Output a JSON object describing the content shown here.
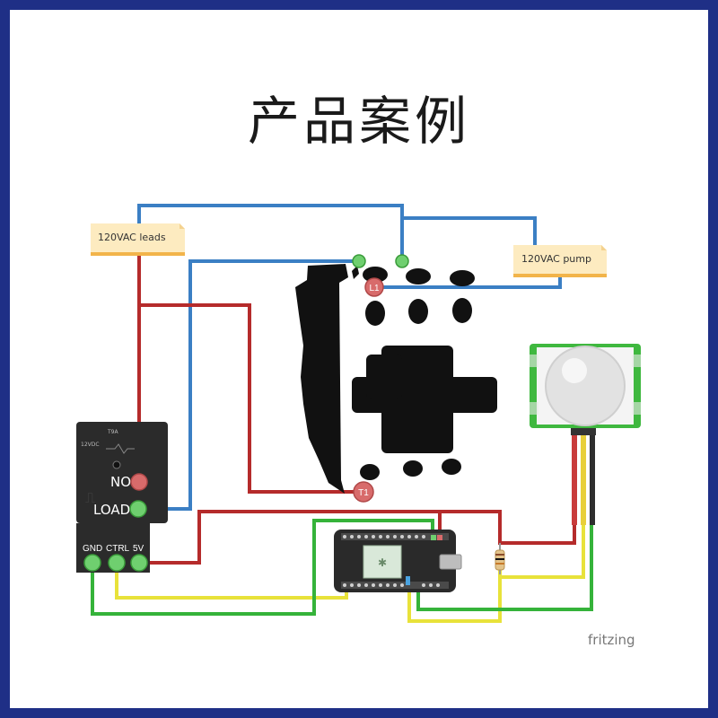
{
  "title": "产品案例",
  "notes": {
    "ac_leads": "120VAC leads",
    "ac_pump": "120VAC pump"
  },
  "relay": {
    "model": "T9A",
    "rating": "12VDC",
    "pin_no": "NO",
    "pin_load": "LOAD",
    "pin_gnd": "GND",
    "pin_ctrl": "CTRL",
    "pin_5v": "5V"
  },
  "contactor": {
    "pin_l1": "L1",
    "pin_t1": "T1"
  },
  "brand": "fritzing",
  "colors": {
    "frame": "#1f2f86",
    "wire_blue": "#3b7fc4",
    "wire_red": "#b52b2b",
    "wire_yellow": "#e8e23a",
    "wire_green": "#35b33a",
    "note_bg": "#fdebc0",
    "pir_green": "#3fb83f"
  }
}
